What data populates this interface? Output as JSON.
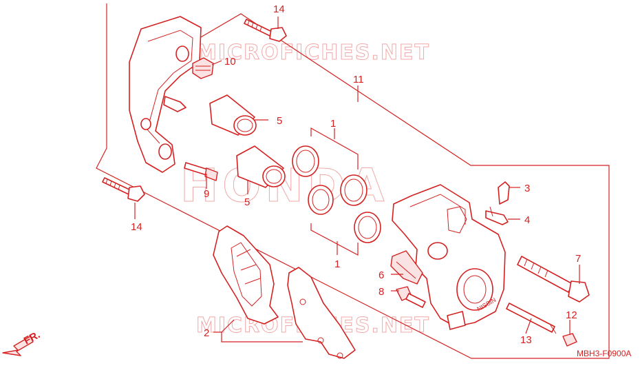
{
  "watermarks": {
    "top": "MICROFICHES.NET",
    "middle": "HONDA",
    "bottom": "MICROFICHES.NET"
  },
  "direction_label": "FR.",
  "diagram_code": "MBH3-F0900A",
  "callouts": [
    {
      "id": "14a",
      "label": "14"
    },
    {
      "id": "10",
      "label": "10"
    },
    {
      "id": "11",
      "label": "11"
    },
    {
      "id": "5a",
      "label": "5"
    },
    {
      "id": "1a",
      "label": "1"
    },
    {
      "id": "9",
      "label": "9"
    },
    {
      "id": "5b",
      "label": "5"
    },
    {
      "id": "14b",
      "label": "14"
    },
    {
      "id": "3",
      "label": "3"
    },
    {
      "id": "4",
      "label": "4"
    },
    {
      "id": "1b",
      "label": "1"
    },
    {
      "id": "7",
      "label": "7"
    },
    {
      "id": "6",
      "label": "6"
    },
    {
      "id": "8",
      "label": "8"
    },
    {
      "id": "12",
      "label": "12"
    },
    {
      "id": "2",
      "label": "2"
    },
    {
      "id": "13",
      "label": "13"
    }
  ],
  "caliper_mark": "NISSIN",
  "colors": {
    "line": "#d42020",
    "watermark": "#f2a8a8"
  }
}
